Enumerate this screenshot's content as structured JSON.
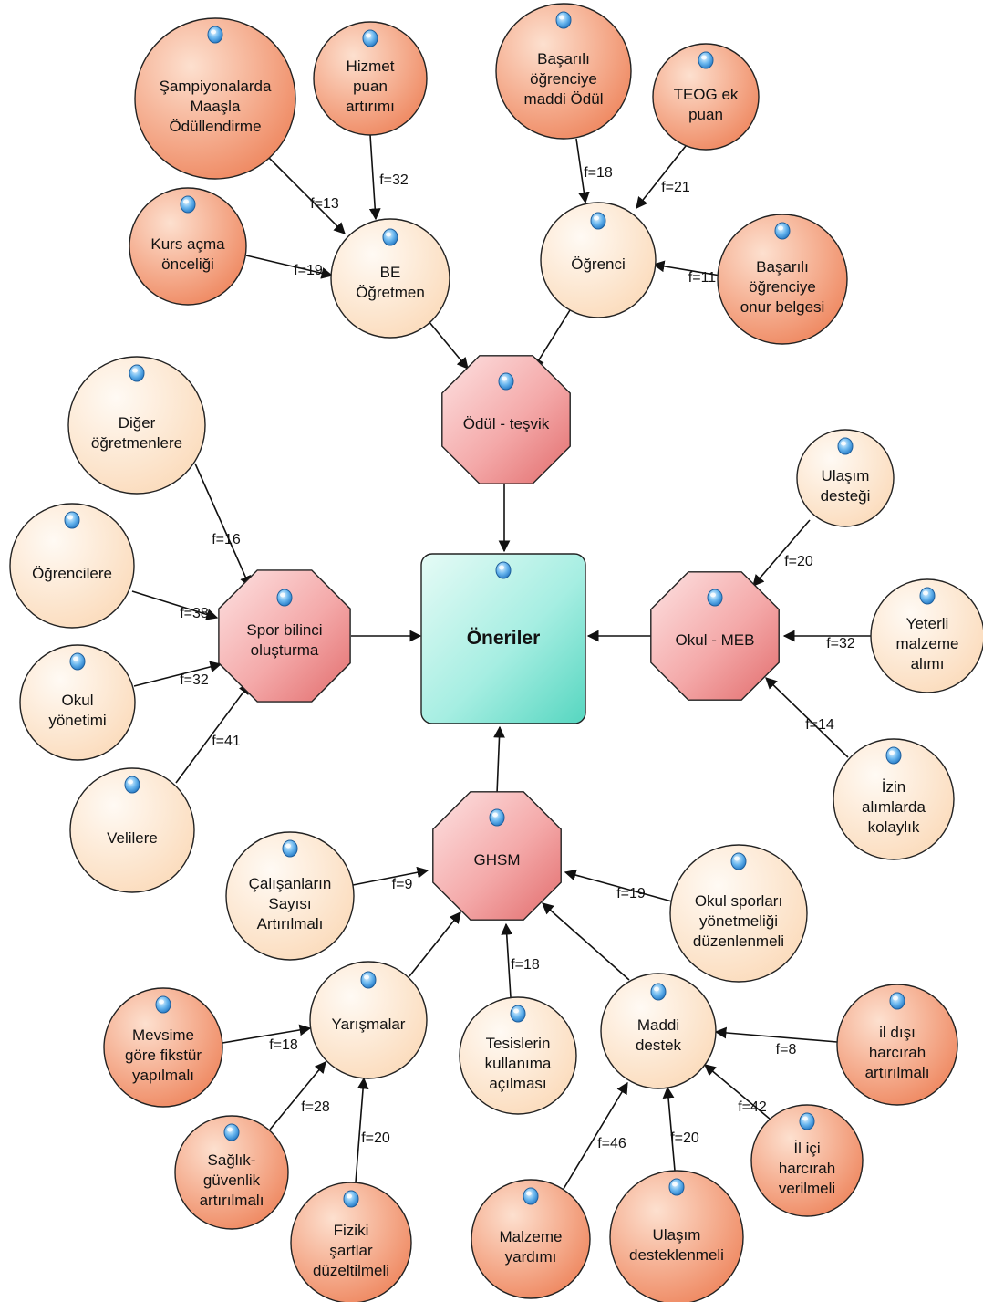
{
  "colors": {
    "center_fill": "#9eeee0",
    "octagon_fill": "#f2a6a6",
    "light_node_fill": "#fde6cf",
    "dark_node_fill": "#f3a07f",
    "node_stroke": "#222222",
    "edge_color": "#111111",
    "marker_fill": "#4aa3e6"
  },
  "center": {
    "label": "Öneriler",
    "icon": "circle-marker-icon"
  },
  "categories": [
    {
      "id": "odul",
      "label": "Ödül - teşvik",
      "shape": "octagon"
    },
    {
      "id": "spor",
      "label": "Spor bilinci oluşturma",
      "shape": "octagon"
    },
    {
      "id": "okul",
      "label": "Okul - MEB",
      "shape": "octagon"
    },
    {
      "id": "ghsm",
      "label": "GHSM",
      "shape": "octagon"
    }
  ],
  "subcategories": [
    {
      "id": "be",
      "label": "BE Öğretmen",
      "parent": "odul"
    },
    {
      "id": "ogrenci",
      "label": "Öğrenci",
      "parent": "odul"
    },
    {
      "id": "yarisma",
      "label": "Yarışmalar",
      "parent": "ghsm"
    },
    {
      "id": "maddi",
      "label": "Maddi destek",
      "parent": "ghsm"
    }
  ],
  "leaves": [
    {
      "id": "sampiyona",
      "label": "Şampiyonalarda Maaşla Ödüllendirme",
      "target": "be",
      "edge_label": "f=13",
      "tone": "dark"
    },
    {
      "id": "hizmet",
      "label": "Hizmet puan artırımı",
      "target": "be",
      "edge_label": "f=32",
      "tone": "dark"
    },
    {
      "id": "kurs",
      "label": "Kurs açma önceliği",
      "target": "be",
      "edge_label": "f=19",
      "tone": "dark"
    },
    {
      "id": "basarili_maddi",
      "label": "Başarılı öğrenciye maddi Ödül",
      "target": "ogrenci",
      "edge_label": "f=18",
      "tone": "dark"
    },
    {
      "id": "teog",
      "label": "TEOG ek puan",
      "target": "ogrenci",
      "edge_label": "f=21",
      "tone": "dark"
    },
    {
      "id": "onur",
      "label": "Başarılı öğrenciye onur belgesi",
      "target": "ogrenci",
      "edge_label": "f=11",
      "tone": "dark"
    },
    {
      "id": "diger",
      "label": "Diğer öğretmenlere",
      "target": "spor",
      "edge_label": "f=16",
      "tone": "light"
    },
    {
      "id": "ogrencilere",
      "label": "Öğrencilere",
      "target": "spor",
      "edge_label": "f=38",
      "tone": "light"
    },
    {
      "id": "okulyon",
      "label": "Okul yönetimi",
      "target": "spor",
      "edge_label": "f=32",
      "tone": "light"
    },
    {
      "id": "velilere",
      "label": "Velilere",
      "target": "spor",
      "edge_label": "f=41",
      "tone": "light"
    },
    {
      "id": "ulasim_destegi",
      "label": "Ulaşım desteği",
      "target": "okul",
      "edge_label": "f=20",
      "tone": "light"
    },
    {
      "id": "yeterli",
      "label": "Yeterli malzeme alımı",
      "target": "okul",
      "edge_label": "f=32",
      "tone": "light"
    },
    {
      "id": "izin",
      "label": "İzin alımlarda kolaylık",
      "target": "okul",
      "edge_label": "f=14",
      "tone": "light"
    },
    {
      "id": "calisan",
      "label": "Çalışanların Sayısı Artırılmalı",
      "target": "ghsm",
      "edge_label": "f=9",
      "tone": "light"
    },
    {
      "id": "okulspor",
      "label": "Okul sporları yönetmeliği düzenlenmeli",
      "target": "ghsm",
      "edge_label": "f=19",
      "tone": "light"
    },
    {
      "id": "tesis",
      "label": "Tesislerin kullanıma açılması",
      "target": "ghsm",
      "edge_label": "f=18",
      "tone": "light"
    },
    {
      "id": "mevsim",
      "label": "Mevsime göre fikstür yapılmalı",
      "target": "yarisma",
      "edge_label": "f=18",
      "tone": "dark"
    },
    {
      "id": "saglik",
      "label": "Sağlık- güvenlik artırılmalı",
      "target": "yarisma",
      "edge_label": "f=28",
      "tone": "dark"
    },
    {
      "id": "fiziki",
      "label": "Fiziki şartlar düzeltilmeli",
      "target": "yarisma",
      "edge_label": "f=20",
      "tone": "dark"
    },
    {
      "id": "ildisi",
      "label": "il dışı harcırah artırılmalı",
      "target": "maddi",
      "edge_label": "f=8",
      "tone": "dark"
    },
    {
      "id": "ilici",
      "label": "İl içi harcırah verilmeli",
      "target": "maddi",
      "edge_label": "f=42",
      "tone": "dark"
    },
    {
      "id": "malzeme",
      "label": "Malzeme yardımı",
      "target": "maddi",
      "edge_label": "f=46",
      "tone": "dark"
    },
    {
      "id": "ulasim_dest",
      "label": "Ulaşım desteklenmeli",
      "target": "maddi",
      "edge_label": "f=20",
      "tone": "dark"
    }
  ]
}
